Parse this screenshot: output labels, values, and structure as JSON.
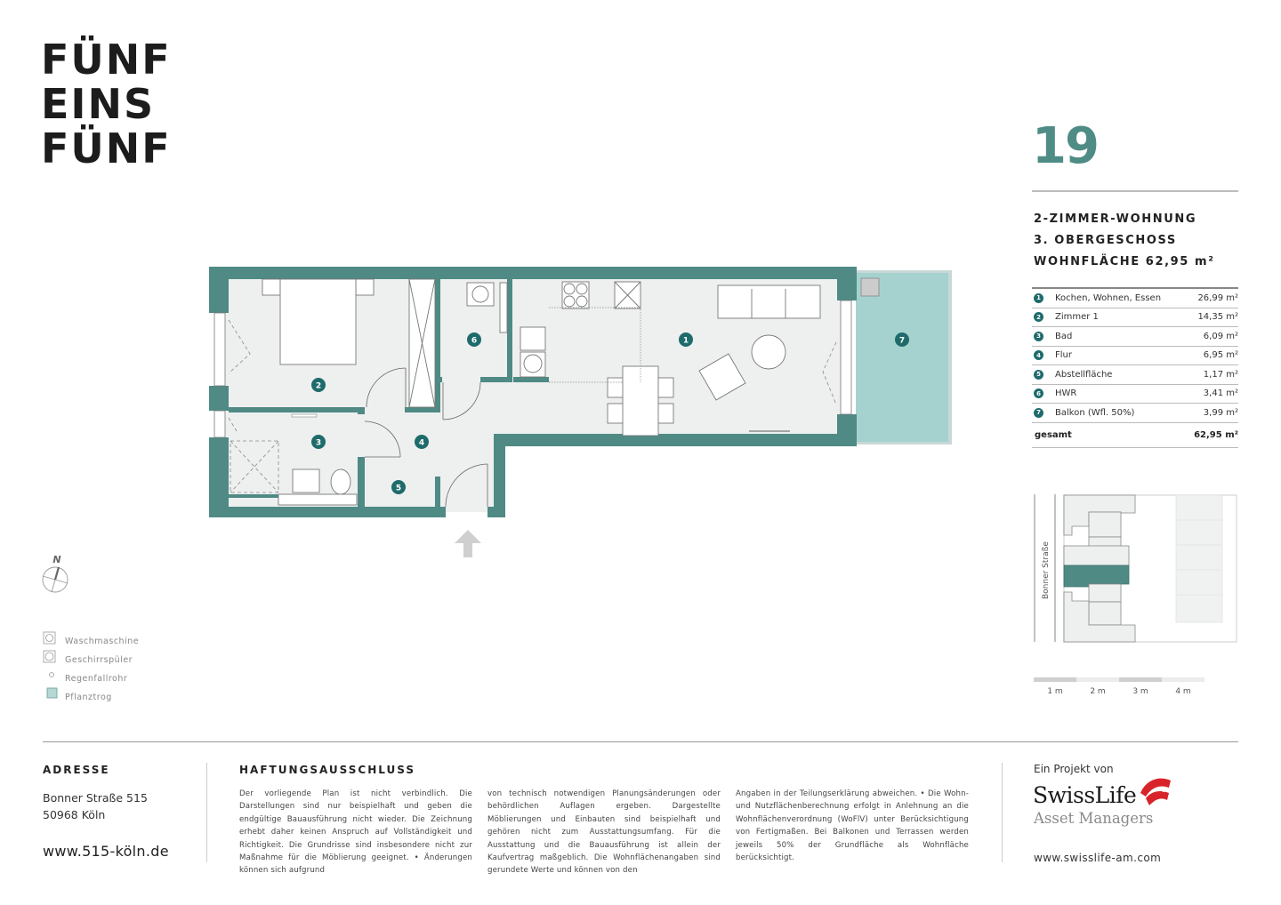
{
  "logo": {
    "lines": [
      "FÜNF",
      "EINS",
      "FÜNF"
    ]
  },
  "unit": {
    "number": "19",
    "type": "2-ZIMMER-WOHNUNG",
    "floor": "3. OBERGESCHOSS",
    "living_area": "WOHNFLÄCHE 62,95 m²"
  },
  "rooms": [
    {
      "num": "1",
      "name": "Kochen, Wohnen, Essen",
      "area": "26,99 m²"
    },
    {
      "num": "2",
      "name": "Zimmer 1",
      "area": "14,35 m²"
    },
    {
      "num": "3",
      "name": "Bad",
      "area": "6,09 m²"
    },
    {
      "num": "4",
      "name": "Flur",
      "area": "6,95 m²"
    },
    {
      "num": "5",
      "name": "Abstellfläche",
      "area": "1,17 m²"
    },
    {
      "num": "6",
      "name": "HWR",
      "area": "3,41 m²"
    },
    {
      "num": "7",
      "name": "Balkon (Wfl. 50%)",
      "area": "3,99 m²"
    }
  ],
  "total": {
    "label": "gesamt",
    "area": "62,95 m²"
  },
  "site_plan": {
    "street": "Bonner Straße"
  },
  "scale": {
    "labels": [
      "1 m",
      "2 m",
      "3 m",
      "4 m"
    ]
  },
  "compass": {
    "label": "N"
  },
  "legend": [
    {
      "icon": "washing-machine-icon",
      "label": "Waschmaschine"
    },
    {
      "icon": "dishwasher-icon",
      "label": "Geschirrspüler"
    },
    {
      "icon": "downpipe-icon",
      "label": "Regenfallrohr"
    },
    {
      "icon": "planter-icon",
      "label": "Pflanztrog"
    }
  ],
  "colors": {
    "wall": "#4f8a85",
    "floor": "#eef0ef",
    "balcony": "#a5d2ce",
    "badge": "#1f6b6c",
    "accent": "#4f8c86",
    "swisslife_red": "#d8232a"
  },
  "footer": {
    "address": {
      "heading": "ADRESSE",
      "street": "Bonner Straße 515",
      "city": "50968 Köln",
      "website": "www.515-köln.de"
    },
    "disclaimer": {
      "heading": "HAFTUNGSAUSSCHLUSS",
      "col1": "Der vorliegende Plan ist nicht verbindlich. Die Darstellungen sind nur beispielhaft und geben die endgültige Bauausführung nicht wieder. Die Zeichnung erhebt daher keinen Anspruch auf Vollständigkeit und Richtigkeit. Die Grundrisse sind insbesondere nicht zur Maßnahme für die Möblierung geeignet. • Änderungen können sich aufgrund",
      "col2": "von technisch notwendigen Planungsänderungen oder behördlichen Auflagen ergeben. Dargestellte Möblierungen und Einbauten sind beispielhaft und gehören nicht zum Ausstattungsumfang. Für die Ausstattung und die Bauausführung ist allein der Kaufvertrag maßgeblich. Die Wohnflächenangaben sind gerundete Werte und können von den",
      "col3": "Angaben in der Teilungserklärung abweichen. • Die Wohn- und Nutzflächenberechnung erfolgt in Anlehnung an die Wohnflächenverordnung (WoFlV) unter Berücksichtigung von Fertigmaßen. Bei Balkonen und Terrassen werden jeweils 50% der Grundfläche als Wohnfläche berücksichtigt."
    },
    "developer": {
      "intro": "Ein Projekt von",
      "name": "SwissLife",
      "subtitle": "Asset Managers",
      "website": "www.swisslife-am.com"
    }
  }
}
